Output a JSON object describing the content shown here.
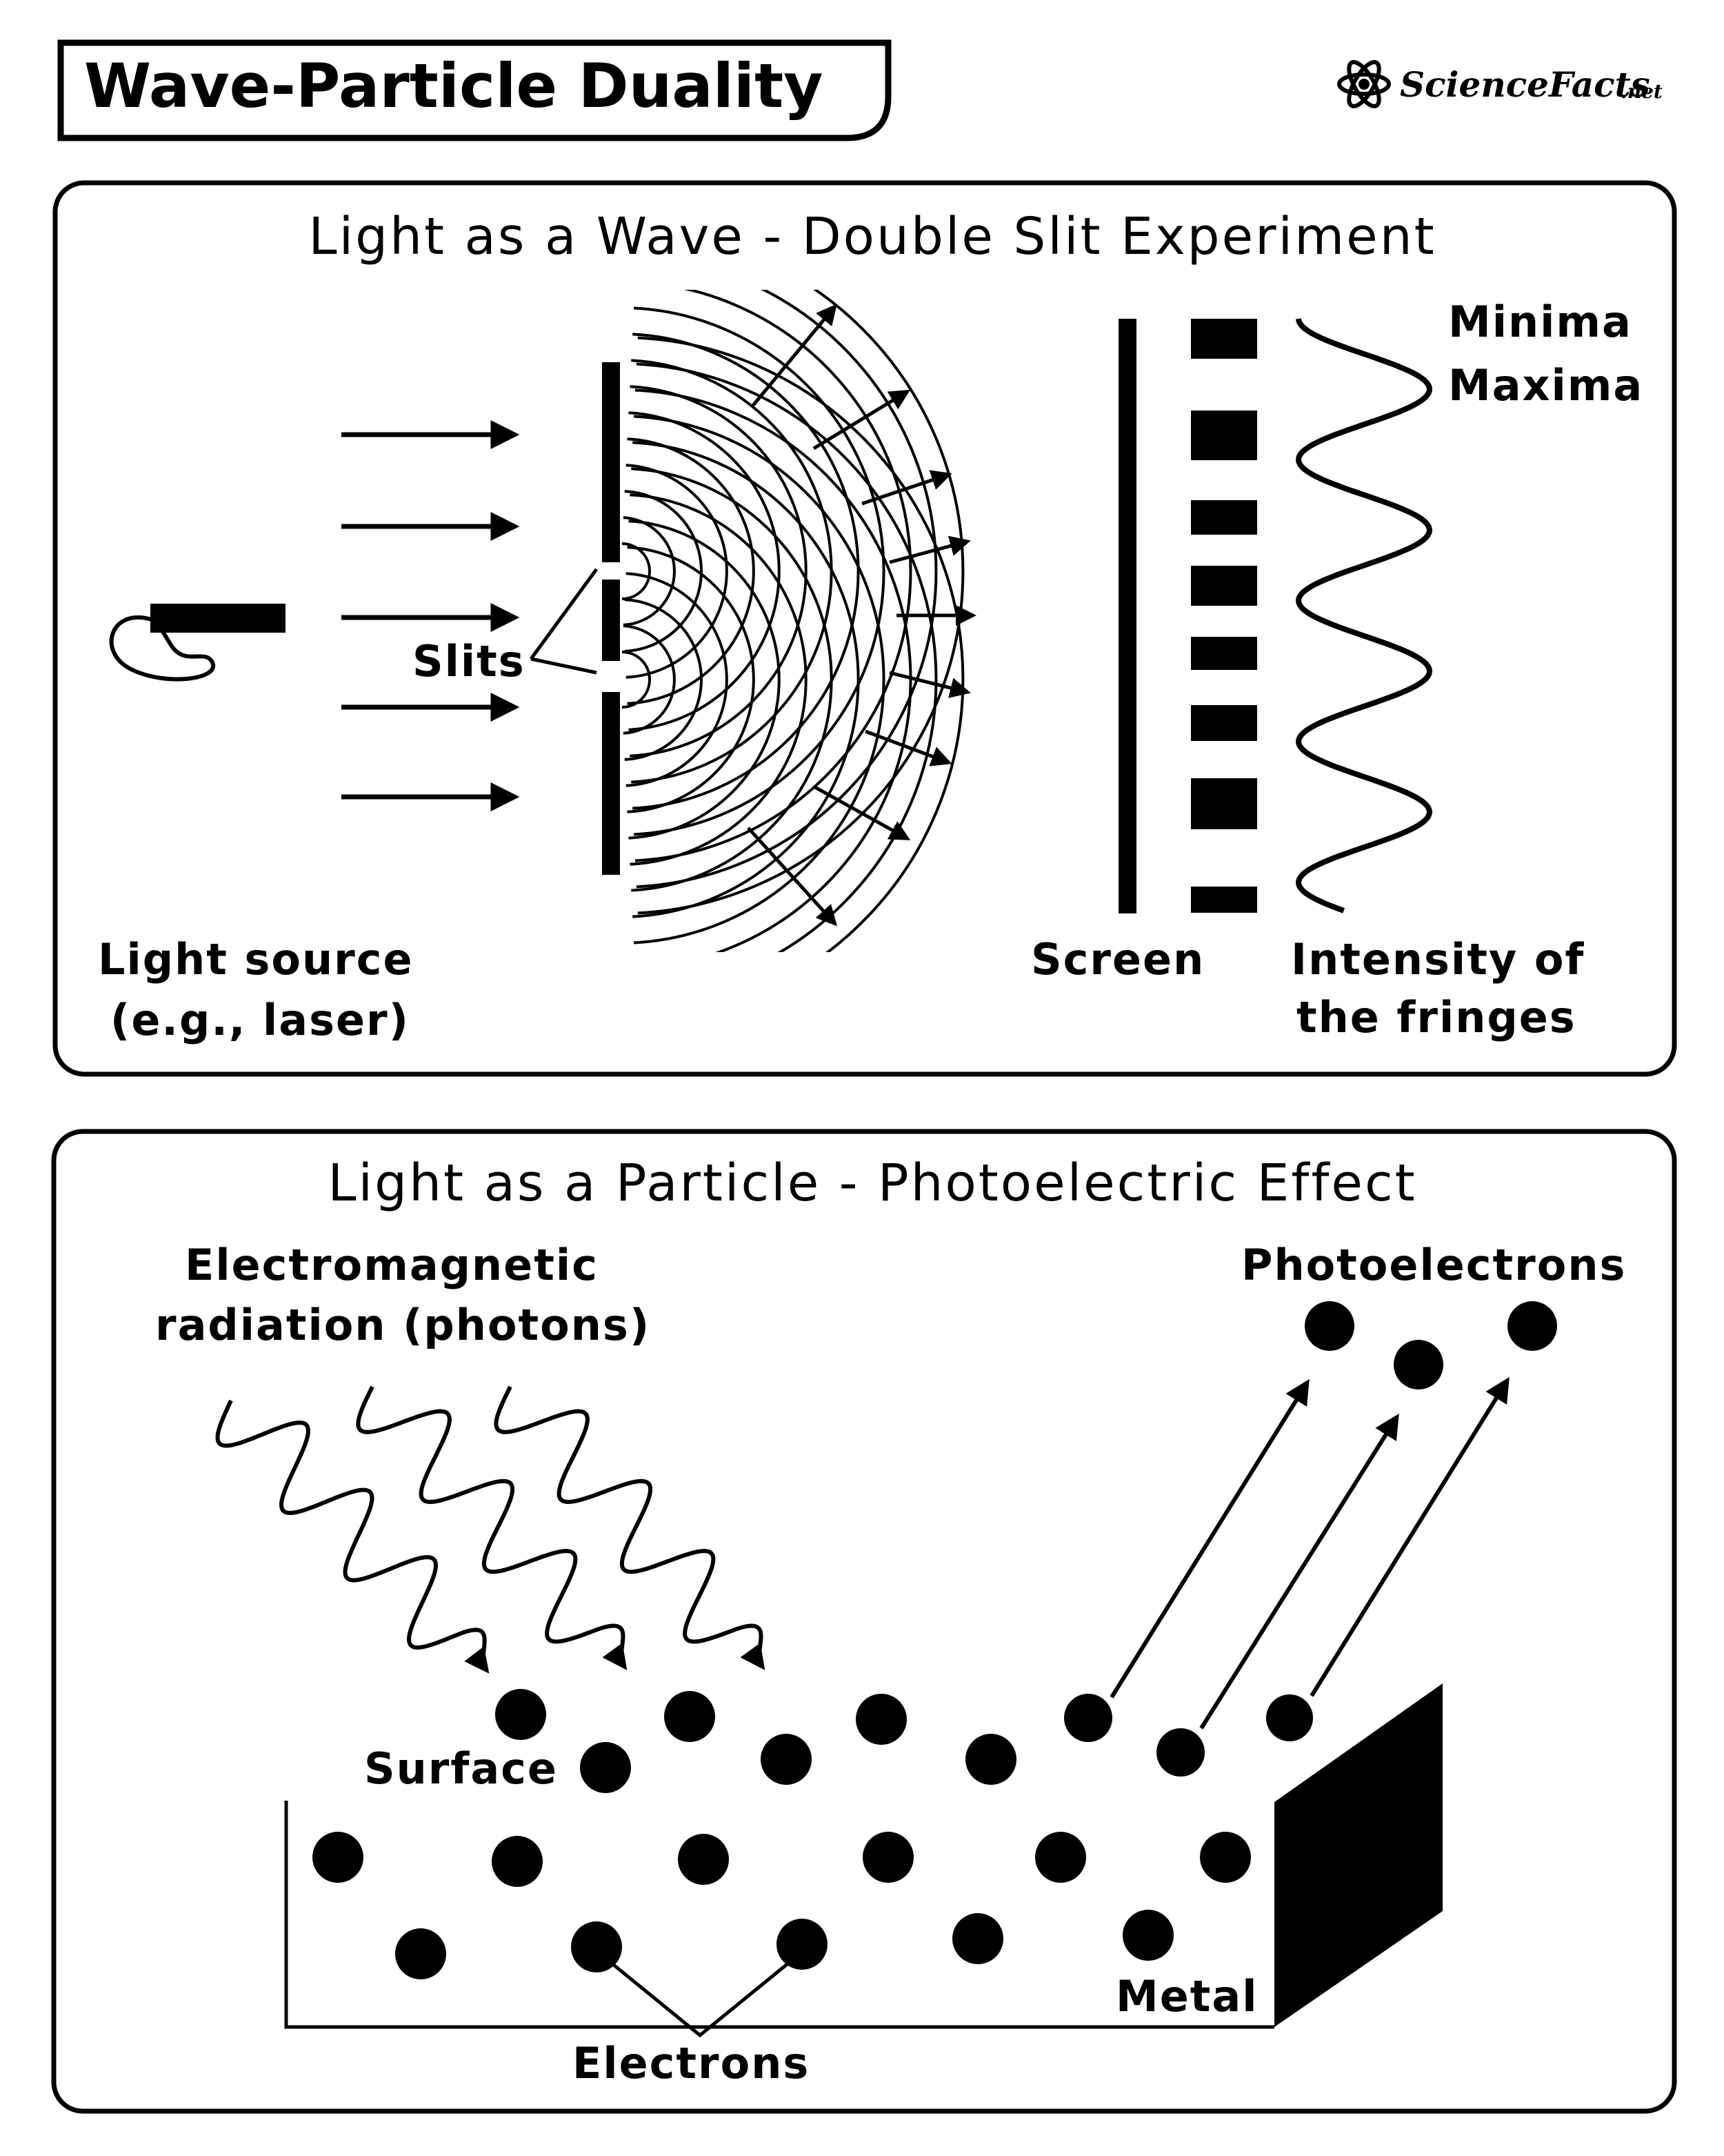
{
  "title": "Wave-Particle Duality",
  "logo": {
    "brand": "ScienceFacts",
    "suffix": ".net"
  },
  "wave_panel": {
    "title": "Light as a Wave - Double Slit Experiment",
    "slits_label": "Slits",
    "minima_label": "Minima",
    "maxima_label": "Maxima",
    "light_source_line1": "Light source",
    "light_source_line2": "(e.g., laser)",
    "screen_label": "Screen",
    "intensity_line1": "Intensity of",
    "intensity_line2": "the fringes"
  },
  "particle_panel": {
    "title": "Light as a Particle - Photoelectric Effect",
    "radiation_line1": "Electromagnetic",
    "radiation_line2": "radiation (photons)",
    "photoelectrons_label": "Photoelectrons",
    "surface_label": "Surface",
    "metal_label": "Metal",
    "electrons_label": "Electrons"
  },
  "colors": {
    "ink": "#000000",
    "paper": "#ffffff"
  }
}
